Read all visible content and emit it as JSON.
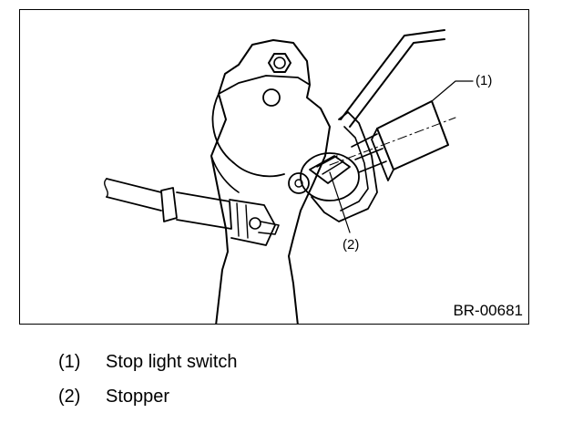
{
  "figure": {
    "code": "BR-00681",
    "callouts": [
      {
        "number": "(1)"
      },
      {
        "number": "(2)"
      }
    ]
  },
  "legend": [
    {
      "number": "(1)",
      "label": "Stop light switch"
    },
    {
      "number": "(2)",
      "label": "Stopper"
    }
  ]
}
